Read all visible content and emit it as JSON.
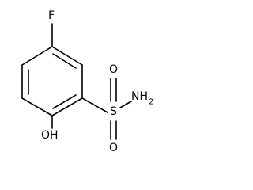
{
  "molecule": {
    "atoms": {
      "fluorine": "F",
      "hydroxyl": "OH",
      "sulfur": "S",
      "oxygen_top": "O",
      "oxygen_bottom": "O",
      "amine": "NH",
      "amine_subscript": "2"
    }
  }
}
